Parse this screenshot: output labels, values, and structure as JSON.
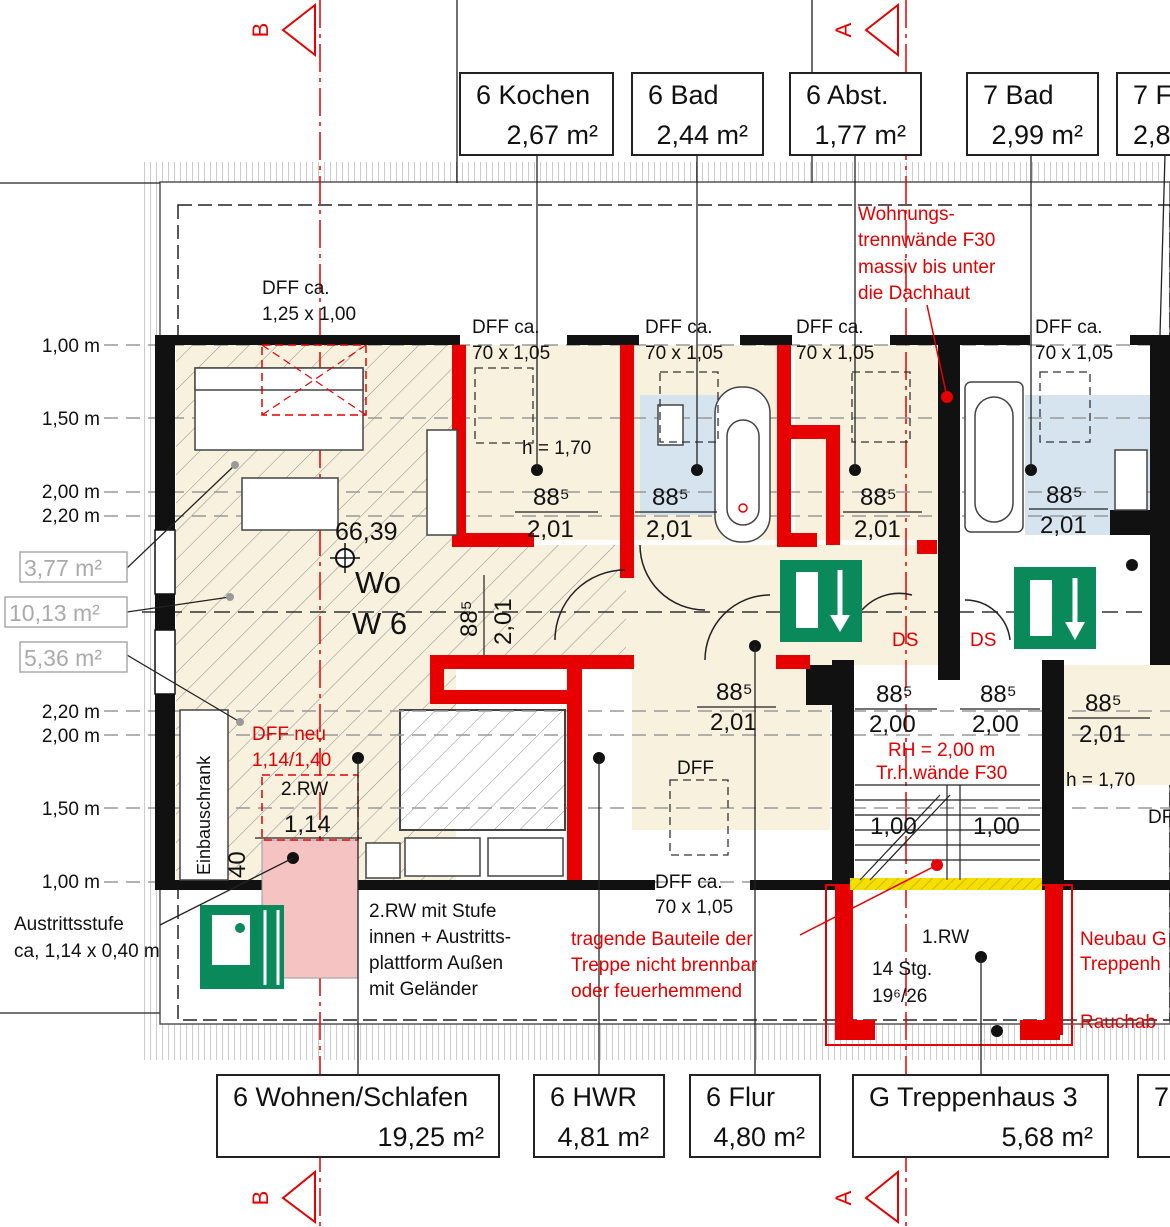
{
  "section_marks": {
    "b": "B",
    "a": "A"
  },
  "rooms_top": [
    {
      "name": "6 Kochen",
      "area": "2,67 m²"
    },
    {
      "name": "6 Bad",
      "area": "2,44 m²"
    },
    {
      "name": "6 Abst.",
      "area": "1,77 m²"
    },
    {
      "name": "7 Bad",
      "area": "2,99 m²"
    },
    {
      "name": "7 F",
      "area": "2,8"
    }
  ],
  "rooms_bottom": [
    {
      "name": "6 Wohnen/Schlafen",
      "area": "19,25 m²"
    },
    {
      "name": "6 HWR",
      "area": "4,81 m²"
    },
    {
      "name": "6 Flur",
      "area": "4,80 m²"
    },
    {
      "name": "G Treppenhaus 3",
      "area": "5,68 m²"
    },
    {
      "name": "7",
      "area": ""
    }
  ],
  "levels": [
    "1,00 m",
    "1,50 m",
    "2,00 m",
    "2,20 m",
    "2,20 m",
    "2,00 m",
    "1,50 m",
    "1,00 m"
  ],
  "gray_areas": [
    "3,77 m²",
    "10,13 m²",
    "5,36 m²"
  ],
  "skylights": {
    "main": [
      "DFF ca.",
      "1,25 x 1,00"
    ],
    "kitchen": [
      "DFF ca.",
      "70 x 1,05"
    ],
    "bath": [
      "DFF ca.",
      "70 x 1,05"
    ],
    "abst": [
      "DFF ca.",
      "70 x 1,05"
    ],
    "bath7": [
      "DFF ca.",
      "70 x 1,05"
    ],
    "bottom": [
      "DFF ca.",
      "70 x 1,05"
    ],
    "flur": "DFF",
    "right_partial": "DF"
  },
  "red_notes": {
    "walls": [
      "Wohnungs-",
      "trennwände F30",
      "massiv bis unter",
      "die Dachhaut"
    ],
    "dff_new": [
      "DFF neu",
      "1,14/1,40"
    ],
    "ds1": "DS",
    "ds2": "DS",
    "rh": [
      "RH = 2,00 m",
      "Tr.h.wände F30"
    ],
    "stairs": [
      "tragende Bauteile der",
      "Treppe nicht brennbar",
      "oder feuerhemmend"
    ],
    "newbuild": [
      "Neubau G",
      "Treppenh"
    ],
    "smoke": "Rauchab"
  },
  "apartment": {
    "label1": "Wo",
    "label2": "W 6",
    "height": "66,39"
  },
  "door_dims": {
    "kitchen": [
      "88⁵",
      "2,01"
    ],
    "bath": [
      "88⁵",
      "2,01"
    ],
    "abst": [
      "88⁵",
      "2,01"
    ],
    "bath7": [
      "88⁵",
      "2,01"
    ],
    "living": [
      "88⁵",
      "2,01"
    ],
    "flur": [
      "88⁵",
      "2,01"
    ],
    "stair_left": [
      "88⁵",
      "2,00"
    ],
    "stair_right": [
      "88⁵",
      "2,00"
    ],
    "right7": [
      "88⁵",
      "2,01"
    ]
  },
  "heights": {
    "h1": "h = 1,70",
    "h2": "h = 1,70"
  },
  "escape": {
    "rw2": "2.RW",
    "width": "1,14",
    "depth": "40",
    "cabinet": "Einbauschrank",
    "step_note": [
      "Austrittsstufe",
      "ca, 1,14 x 0,40 m"
    ],
    "rw2_note": [
      "2.RW mit Stufe",
      "innen + Austritts-",
      "plattform Außen",
      "mit Geländer"
    ]
  },
  "stair": {
    "rw1": "1.RW",
    "steps": "14 Stg.",
    "rise": "19⁶/26",
    "w1": "1,00",
    "w2": "1,00"
  },
  "colors": {
    "wall": "#111111",
    "fire_wall": "#e60000",
    "floor_beige": "#f7f1de",
    "bath_blue": "#d6e4f0",
    "exit_green": "#0a8a5a",
    "escape_pink": "#f6c3c3",
    "stair_yellow": "#f3e000"
  }
}
